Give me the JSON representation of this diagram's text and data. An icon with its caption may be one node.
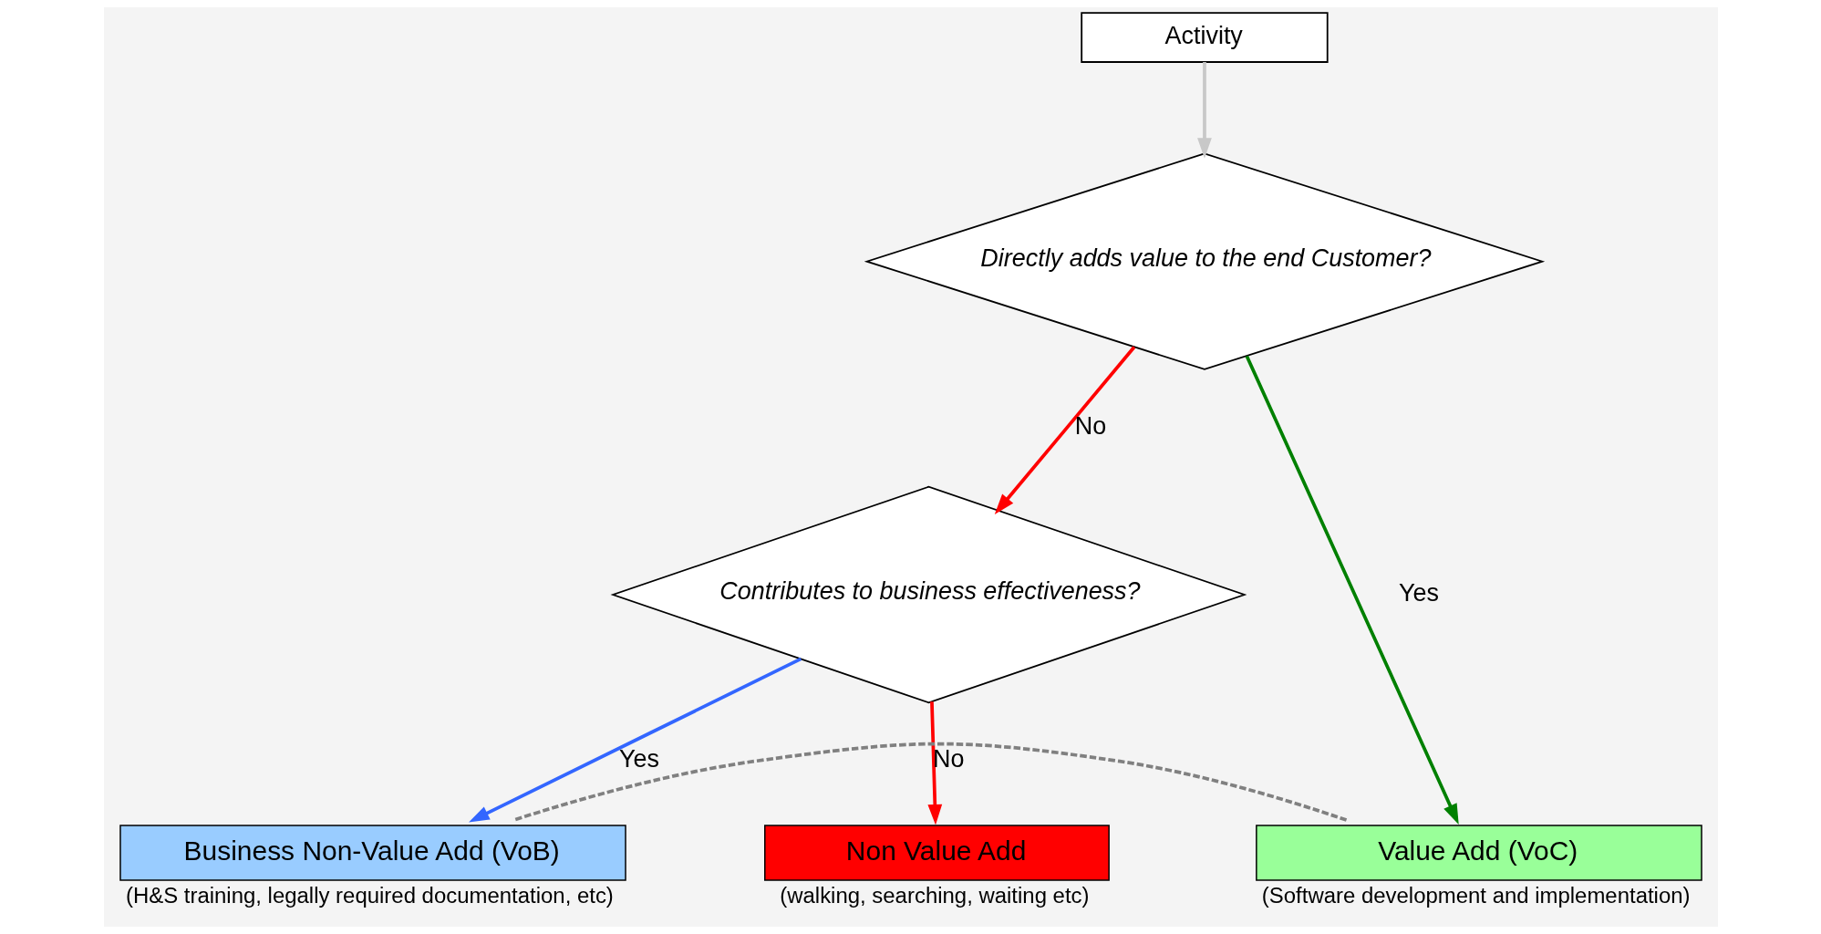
{
  "diagram": {
    "nodes": [
      {
        "text": [
          "Activity"
        ]
      },
      {
        "text": [
          "Directly adds value to the end Customer?"
        ]
      },
      {
        "text": [
          "Contributes to business effectiveness?"
        ]
      },
      {
        "text": [
          "Value Add (VoC)"
        ],
        "beside": [
          "(Software development and implementation)"
        ]
      },
      {
        "text": [
          "Business Non-Value Add (VoB)"
        ],
        "beside": [
          "(H&S training, legally required documentation, etc)"
        ]
      },
      {
        "text": [
          "Non Value Add"
        ],
        "beside": [
          "(walking, searching, waiting etc)"
        ]
      }
    ],
    "edges": [
      {
        "from": 0,
        "to": 1,
        "arrow": "to",
        "color": "#c8c8c8"
      },
      {
        "from": 1,
        "to": 3,
        "arrow": "to",
        "label": "Yes",
        "color": "#008000"
      },
      {
        "from": 1,
        "to": 2,
        "arrow": "to",
        "label": "No",
        "color": "#ff0000"
      },
      {
        "from": 2,
        "to": 4,
        "arrow": "to",
        "label": "Yes",
        "color": "#3366ff"
      },
      {
        "from": 2,
        "to": 5,
        "arrow": "to",
        "label": "No",
        "color": "#ff0000"
      },
      {
        "from": 3,
        "to": 4,
        "arrow": "none",
        "style": "dashed",
        "color": "#808080"
      }
    ]
  }
}
